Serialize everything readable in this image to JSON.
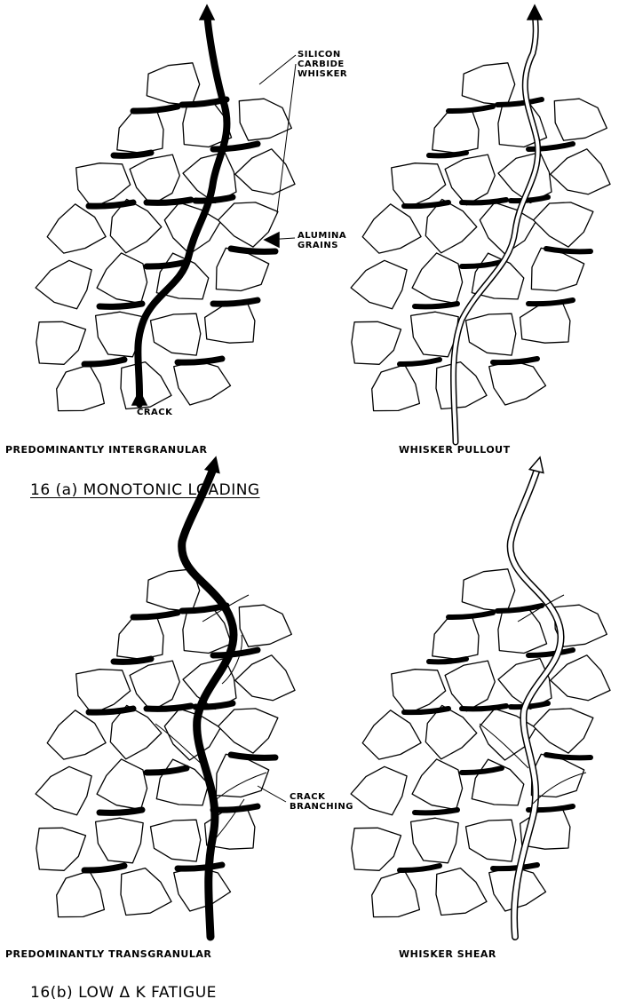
{
  "panel_a": {
    "heading": "16 (a)  MONOTONIC  LOADING",
    "left_caption": "PREDOMINANTLY  INTERGRANULAR",
    "right_caption": "WHISKER  PULLOUT",
    "whisker_label": [
      "SILICON",
      "CARBIDE",
      "WHISKER"
    ],
    "grains_label": [
      "ALUMINA",
      "GRAINS"
    ],
    "crack_label": "CRACK"
  },
  "panel_b": {
    "heading": "16(b)  LOW  Δ K  FATIGUE",
    "left_caption": "PREDOMINANTLY  TRANSGRANULAR",
    "right_caption": "WHISKER  SHEAR",
    "branching_label": [
      "CRACK",
      "BRANCHING"
    ]
  },
  "icons": [
    "crack-arrow-icon",
    "whisker-arrow-icon"
  ]
}
